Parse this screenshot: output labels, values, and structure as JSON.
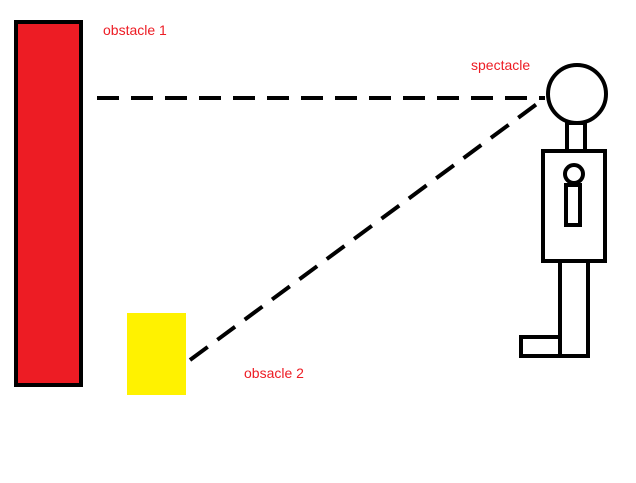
{
  "labels": {
    "obstacle_1": "obstacle 1",
    "spectacle": "spectacle",
    "obstacle_2": "obsacle 2"
  },
  "colors": {
    "label_text": "#ed1c24",
    "obstacle_1_fill": "#ed1c24",
    "obstacle_2_fill": "#fff200",
    "outline": "#000000",
    "background": "#ffffff"
  }
}
